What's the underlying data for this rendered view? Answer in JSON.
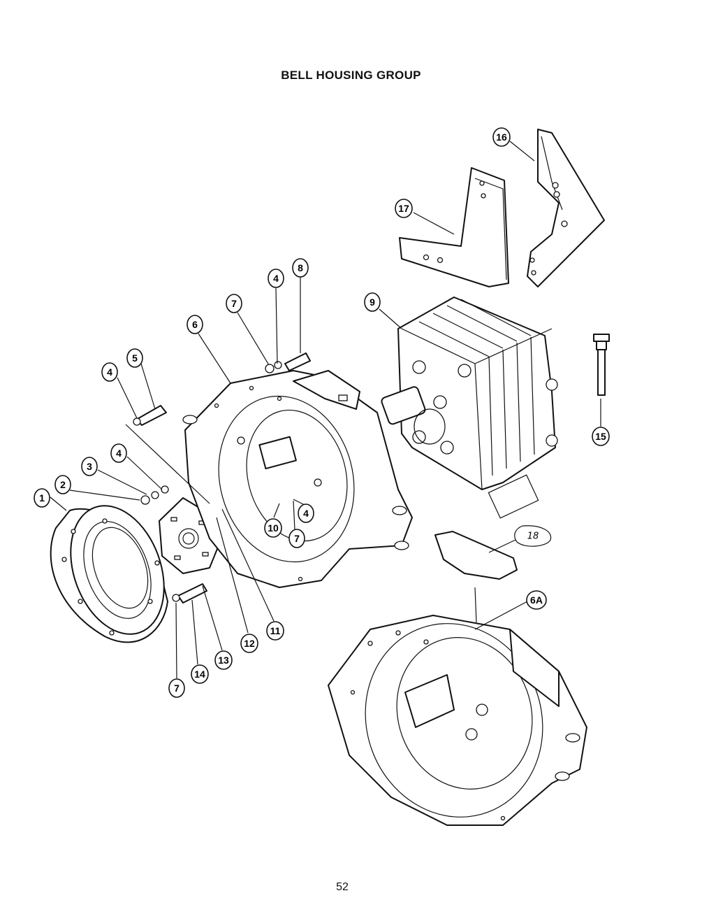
{
  "title": "BELL HOUSING GROUP",
  "page_number": "52",
  "callouts": [
    {
      "label": "1"
    },
    {
      "label": "2"
    },
    {
      "label": "3"
    },
    {
      "label": "4"
    },
    {
      "label": "4"
    },
    {
      "label": "4"
    },
    {
      "label": "4"
    },
    {
      "label": "5"
    },
    {
      "label": "6"
    },
    {
      "label": "7"
    },
    {
      "label": "7"
    },
    {
      "label": "7"
    },
    {
      "label": "8"
    },
    {
      "label": "9"
    },
    {
      "label": "10"
    },
    {
      "label": "11"
    },
    {
      "label": "12"
    },
    {
      "label": "13"
    },
    {
      "label": "14"
    },
    {
      "label": "15"
    },
    {
      "label": "16"
    },
    {
      "label": "17"
    },
    {
      "label": "6A"
    }
  ],
  "handwritten_callout": {
    "label": "18"
  }
}
